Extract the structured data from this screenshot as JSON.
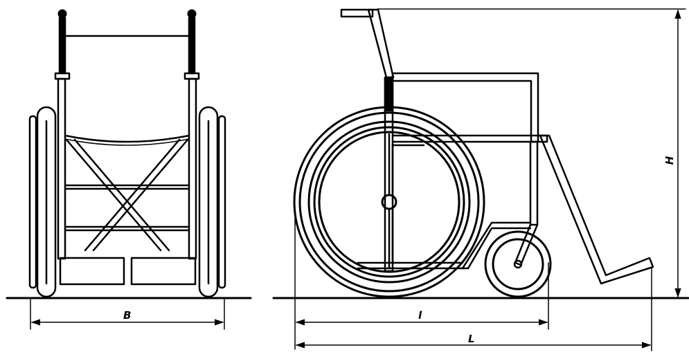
{
  "drawing": {
    "front_view": {
      "width_label": "B"
    },
    "side_view": {
      "height_label": "H",
      "wheelbase_label": "l",
      "length_label": "L"
    }
  },
  "colors": {
    "ink": "#000000",
    "paper": "#ffffff"
  }
}
